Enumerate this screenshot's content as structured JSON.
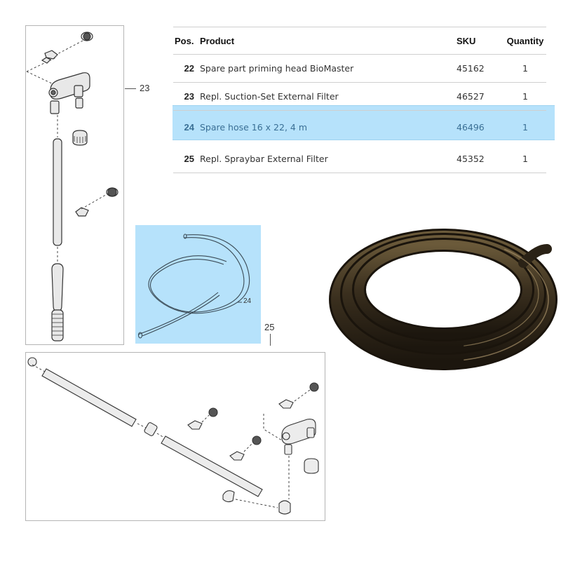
{
  "table": {
    "headers": {
      "pos": "Pos.",
      "product": "Product",
      "sku": "SKU",
      "quantity": "Quantity"
    },
    "rows": [
      {
        "pos": "22",
        "product": "Spare part priming head BioMaster",
        "sku": "45162",
        "quantity": "1",
        "selected": false
      },
      {
        "pos": "23",
        "product": "Repl. Suction-Set External Filter",
        "sku": "46527",
        "quantity": "1",
        "selected": false
      },
      {
        "pos": "24",
        "product": "Spare hose 16 x 22, 4 m",
        "sku": "46496",
        "quantity": "1",
        "selected": true
      },
      {
        "pos": "25",
        "product": "Repl. Spraybar External Filter",
        "sku": "45352",
        "quantity": "1",
        "selected": false
      }
    ]
  },
  "drawings": {
    "part23_label": "23",
    "part24_label": "24",
    "part25_label": "25"
  },
  "colors": {
    "highlight": "#b6e2fb",
    "selected_text": "#3a6f95",
    "border": "#b5b5b5"
  }
}
